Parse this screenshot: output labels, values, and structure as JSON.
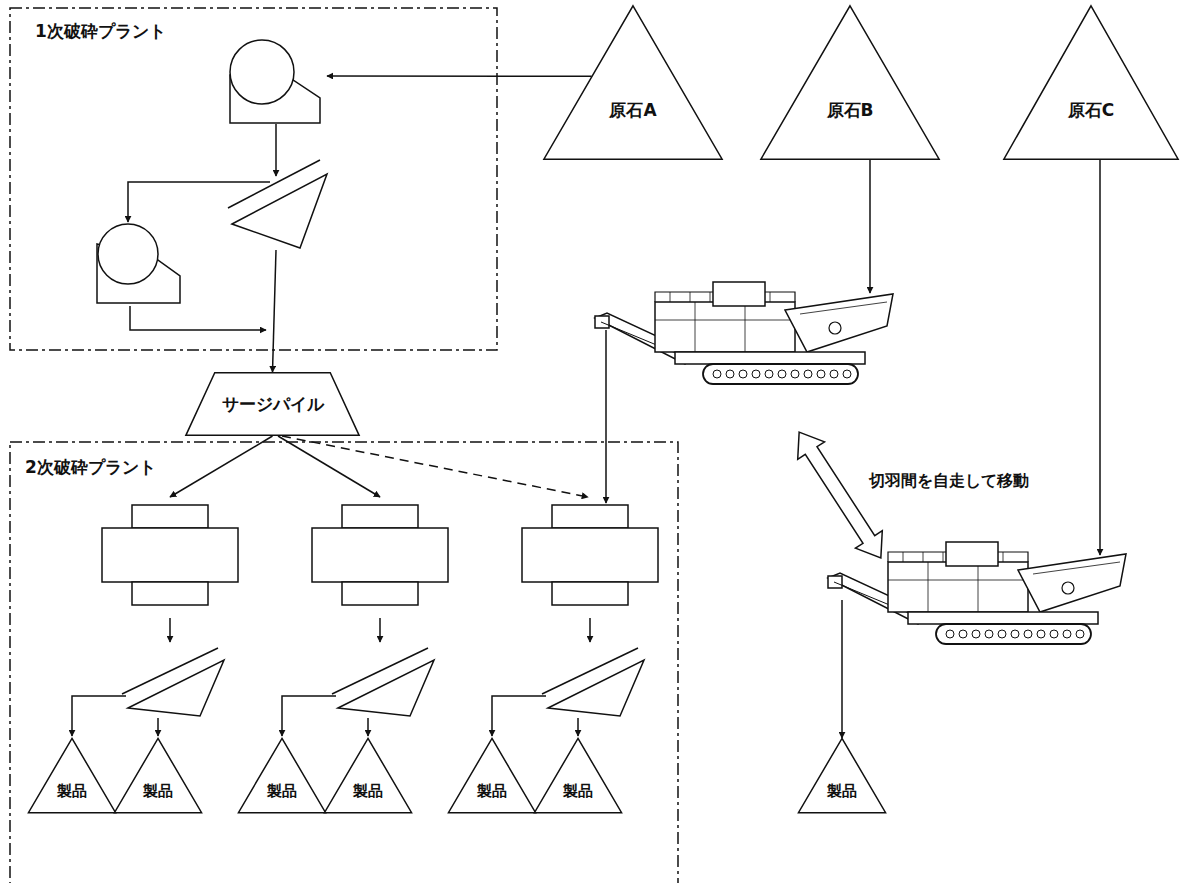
{
  "diagram": {
    "nodes": [
      {
        "text": [
          "1次破砕プラント"
        ]
      },
      {
        "text": [
          "原石A"
        ]
      },
      {
        "text": [
          "原石B"
        ]
      },
      {
        "text": [
          "原石C"
        ]
      },
      {
        "text": [
          "サージパイル"
        ]
      },
      {
        "text": [
          "2次破砕プラント"
        ]
      },
      {
        "text": [
          "製品"
        ],
        "in": 5
      },
      {
        "text": [
          "製品"
        ],
        "in": 5
      },
      {
        "text": [
          "製品"
        ],
        "in": 5
      },
      {
        "text": [
          "製品"
        ],
        "in": 5
      },
      {
        "text": [
          "製品"
        ],
        "in": 5
      },
      {
        "text": [
          "製品"
        ],
        "in": 5
      },
      {
        "text": [
          "製品"
        ]
      }
    ],
    "edges": [
      {
        "from": 1,
        "to": 0,
        "arrow": "to"
      },
      {
        "from": 0,
        "to": 4,
        "arrow": "to"
      },
      {
        "from": 4,
        "to": 5,
        "arrow": "to"
      },
      {
        "from": 2,
        "to": 5,
        "arrow": "to"
      },
      {
        "from": 3,
        "to": 12,
        "arrow": "to"
      }
    ],
    "labels": [
      "切羽間を自走して移動"
    ]
  }
}
